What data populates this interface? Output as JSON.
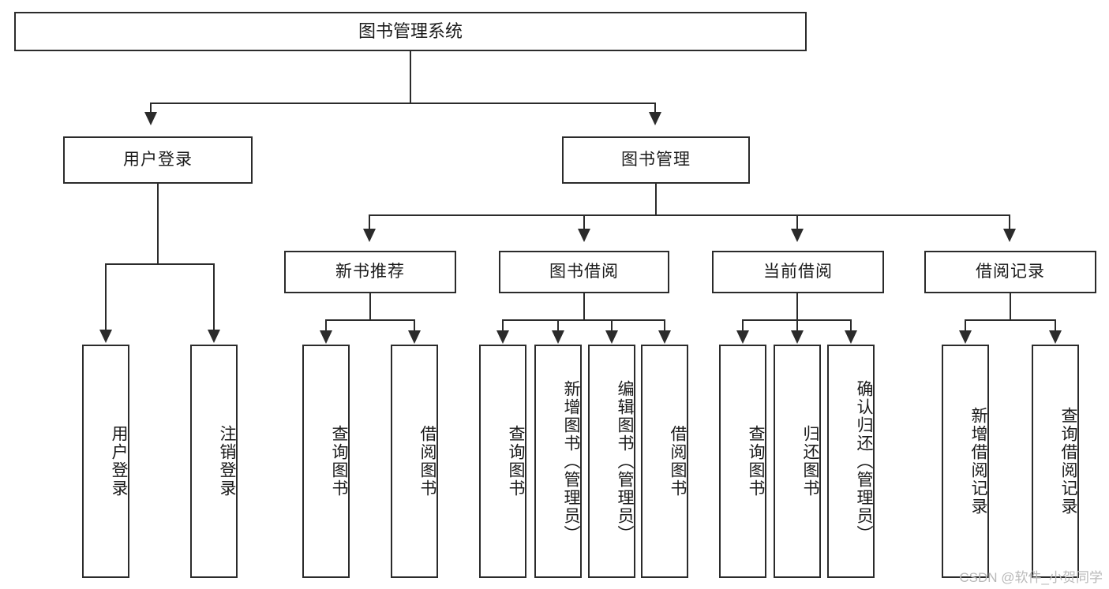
{
  "diagram": {
    "title": "图书管理系统",
    "type": "tree-hierarchy",
    "watermark": "CSDN @软件_小贺同学",
    "accent_color": "#2b2b2b",
    "background_color": "#ffffff",
    "levels": [
      {
        "level": 1,
        "nodes": [
          {
            "id": "root",
            "label": "图书管理系统"
          }
        ]
      },
      {
        "level": 2,
        "nodes": [
          {
            "id": "user-login",
            "label": "用户登录",
            "parent": "root"
          },
          {
            "id": "book-manage",
            "label": "图书管理",
            "parent": "root"
          }
        ]
      },
      {
        "level": 3,
        "nodes": [
          {
            "id": "new-book-rec",
            "label": "新书推荐",
            "parent": "book-manage"
          },
          {
            "id": "book-borrow",
            "label": "图书借阅",
            "parent": "book-manage"
          },
          {
            "id": "current-borrow",
            "label": "当前借阅",
            "parent": "book-manage"
          },
          {
            "id": "borrow-record",
            "label": "借阅记录",
            "parent": "book-manage"
          }
        ]
      },
      {
        "level": 4,
        "nodes": [
          {
            "id": "leaf-user-login",
            "label": "用户登录",
            "parent": "user-login"
          },
          {
            "id": "leaf-user-logout",
            "label": "注销登录",
            "parent": "user-login"
          },
          {
            "id": "leaf-rec-query",
            "label": "查询图书",
            "parent": "new-book-rec"
          },
          {
            "id": "leaf-rec-borrow",
            "label": "借阅图书",
            "parent": "new-book-rec"
          },
          {
            "id": "leaf-borrow-query",
            "label": "查询图书",
            "parent": "book-borrow"
          },
          {
            "id": "leaf-borrow-add",
            "label": "新增图书（管理员）",
            "parent": "book-borrow"
          },
          {
            "id": "leaf-borrow-edit",
            "label": "编辑图书（管理员）",
            "parent": "book-borrow"
          },
          {
            "id": "leaf-borrow-do",
            "label": "借阅图书",
            "parent": "book-borrow"
          },
          {
            "id": "leaf-cur-query",
            "label": "查询图书",
            "parent": "current-borrow"
          },
          {
            "id": "leaf-cur-return",
            "label": "归还图书",
            "parent": "current-borrow"
          },
          {
            "id": "leaf-cur-confirm",
            "label": "确认归还（管理员）",
            "parent": "current-borrow"
          },
          {
            "id": "leaf-rec-add",
            "label": "新增借阅记录",
            "parent": "borrow-record"
          },
          {
            "id": "leaf-rec-search",
            "label": "查询借阅记录",
            "parent": "borrow-record"
          }
        ]
      }
    ]
  }
}
